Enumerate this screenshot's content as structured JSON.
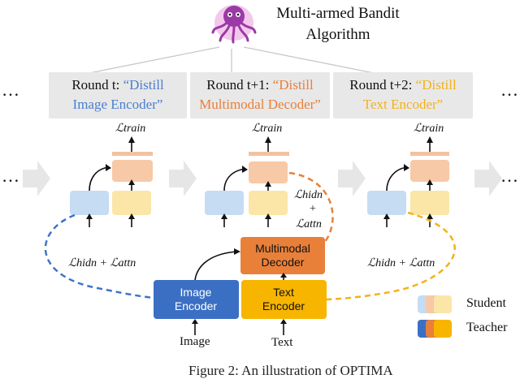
{
  "header": {
    "title_line1": "Multi-armed Bandit",
    "title_line2": "Algorithm",
    "logo_icon": "octopus-icon"
  },
  "rounds": [
    {
      "prefix": "Round t: ",
      "quote_open": "“Distill",
      "line2": "Image Encoder”",
      "color": "#4a7fd0"
    },
    {
      "prefix": "Round t+1: ",
      "quote_open": "“Distill",
      "line2": "Multimodal Decoder”",
      "color": "#e8803a"
    },
    {
      "prefix": "Round t+2: ",
      "quote_open": "“Distill",
      "line2": "Text Encoder”",
      "color": "#f2b21c"
    }
  ],
  "ellipsis": "…",
  "losses": {
    "train": "ℒtrain",
    "hidn_attn": "ℒhidn + ℒattn",
    "hidn": "ℒhidn",
    "plus": "+",
    "attn": "ℒattn"
  },
  "teacher_blocks": {
    "image_encoder": "Image Encoder",
    "text_encoder": "Text Encoder",
    "decoder": "Multimodal Decoder"
  },
  "inputs": {
    "image": "Image",
    "text": "Text"
  },
  "legend": {
    "student": "Student",
    "teacher": "Teacher"
  },
  "caption": "Figure 2: An illustration of OPTIMA",
  "colors": {
    "student_blue": "#c5dcf3",
    "student_yellow": "#fbe6a8",
    "student_orange": "#f7c9a6",
    "student_cap": "#f2c2a0",
    "teacher_blue": "#3b6fc4",
    "teacher_orange": "#e8803a",
    "teacher_yellow": "#f7b500",
    "arrow_gray": "#e6e6e6",
    "dash_blue": "#3f73c7",
    "dash_orange": "#e8803a",
    "dash_yellow": "#f2b21c",
    "round_bg": "#e8e8e8"
  }
}
